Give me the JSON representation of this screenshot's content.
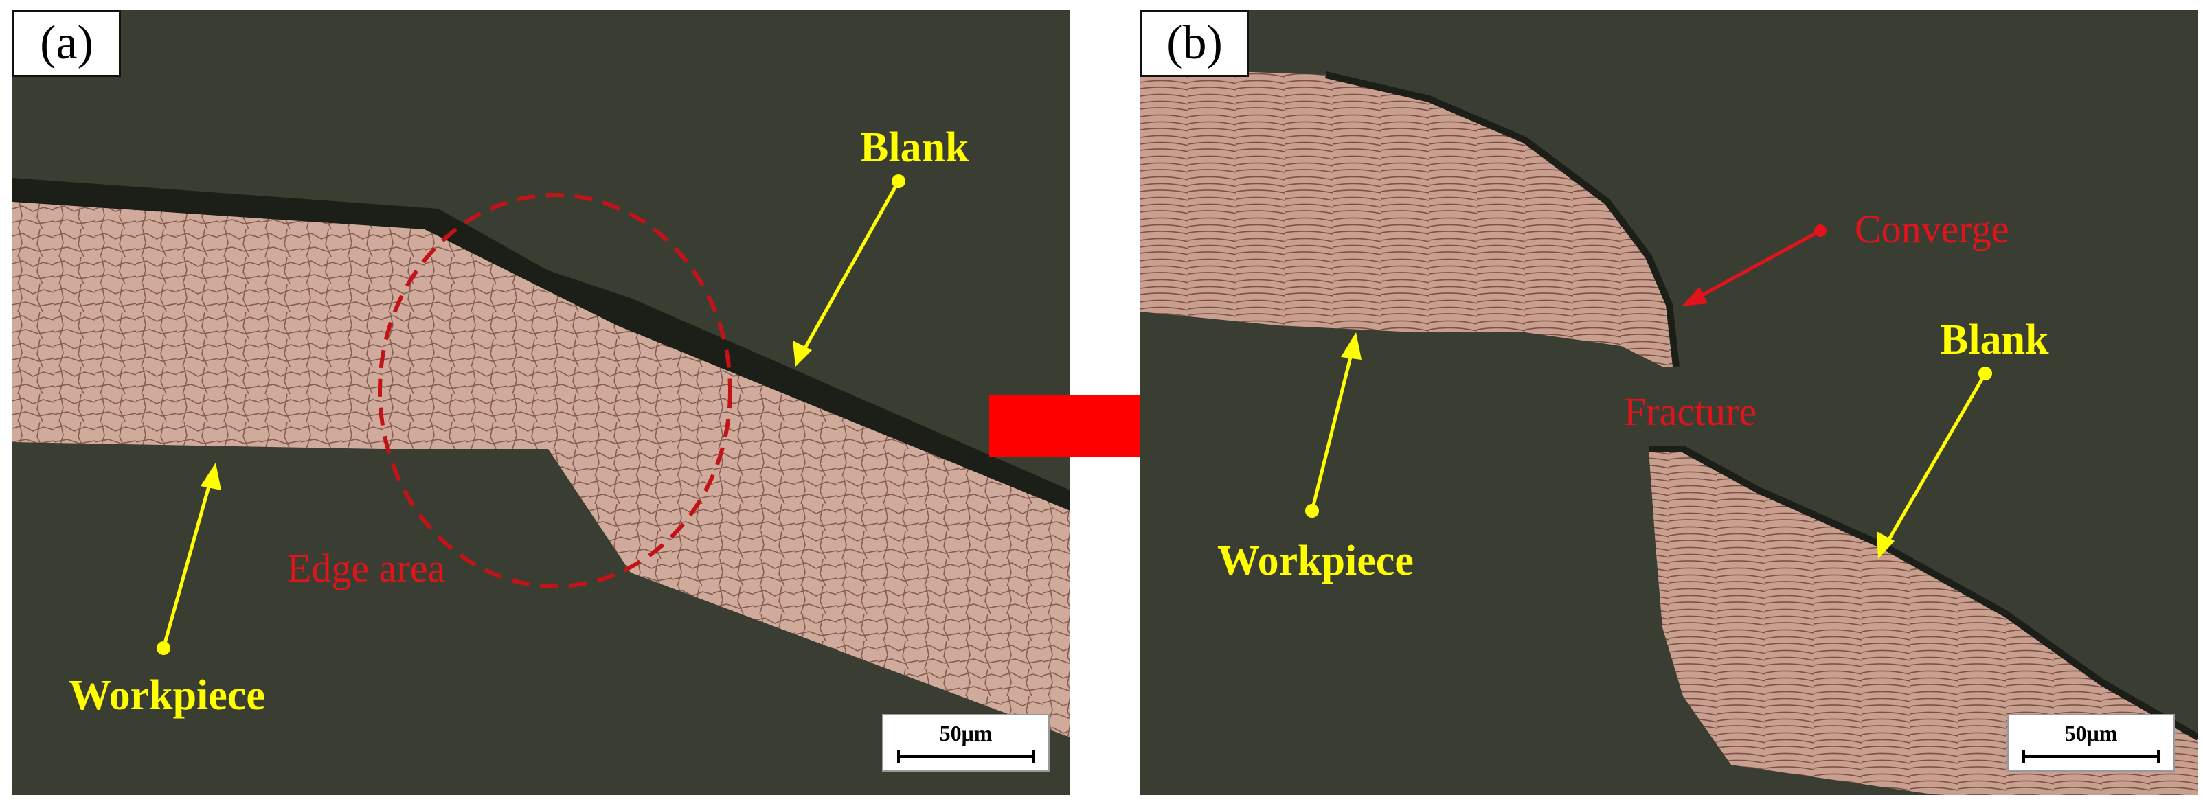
{
  "panels": {
    "a": {
      "tag": "(a)",
      "labels": {
        "blank": "Blank",
        "workpiece": "Workpiece",
        "edge_area": "Edge area"
      },
      "scale_bar": "50μm"
    },
    "b": {
      "tag": "(b)",
      "labels": {
        "converge": "Converge",
        "fracture": "Fracture",
        "blank": "Blank",
        "workpiece": "Workpiece"
      },
      "scale_bar": "50μm"
    }
  },
  "colors": {
    "background": "#3b3f33",
    "metal": "#d4aa98",
    "annotation_yellow": "#ffff00",
    "annotation_red": "#e0141a"
  }
}
